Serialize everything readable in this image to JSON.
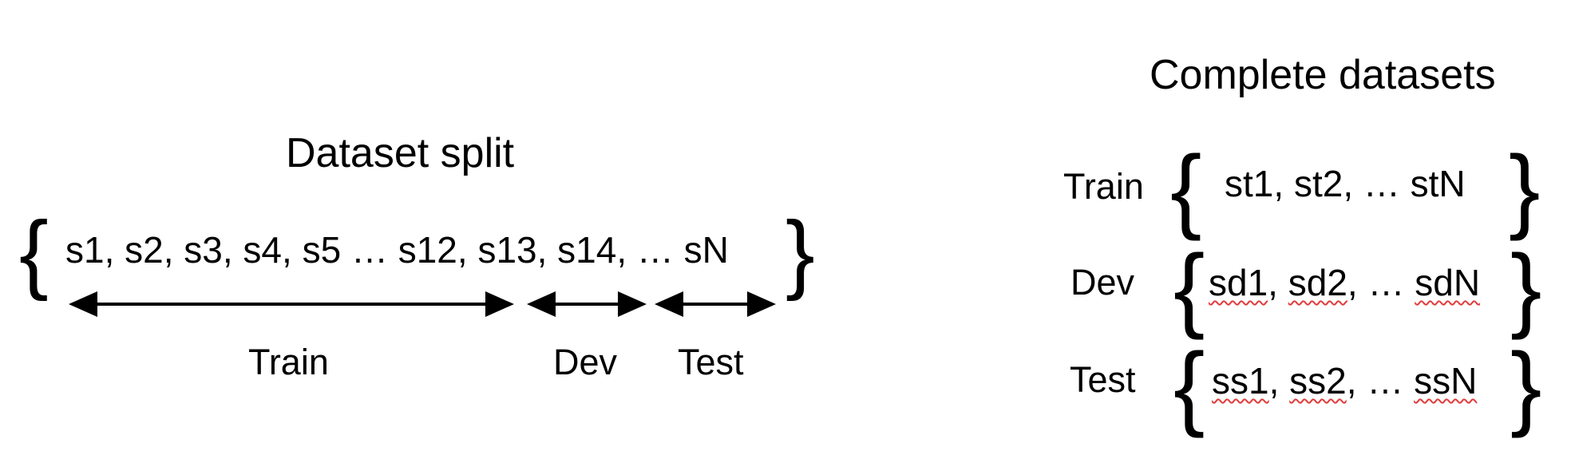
{
  "split": {
    "title": "Dataset split",
    "sequence": "s1, s2, s3, s4, s5 … s12, s13, s14, … sN",
    "labels": {
      "train": "Train",
      "dev": "Dev",
      "test": "Test"
    }
  },
  "complete": {
    "title": "Complete datasets",
    "rows": [
      {
        "label": "Train",
        "items": {
          "a": "st1",
          "b": "st2",
          "last": "stN"
        }
      },
      {
        "label": "Dev",
        "items": {
          "a": "sd1",
          "b": "sd2",
          "last": "sdN"
        }
      },
      {
        "label": "Test",
        "items": {
          "a": "ss1",
          "b": "ss2",
          "last": "ssN"
        }
      }
    ]
  },
  "glyphs": {
    "open": "{",
    "close": "}",
    "ellipsis": "…",
    "sep": ", "
  }
}
